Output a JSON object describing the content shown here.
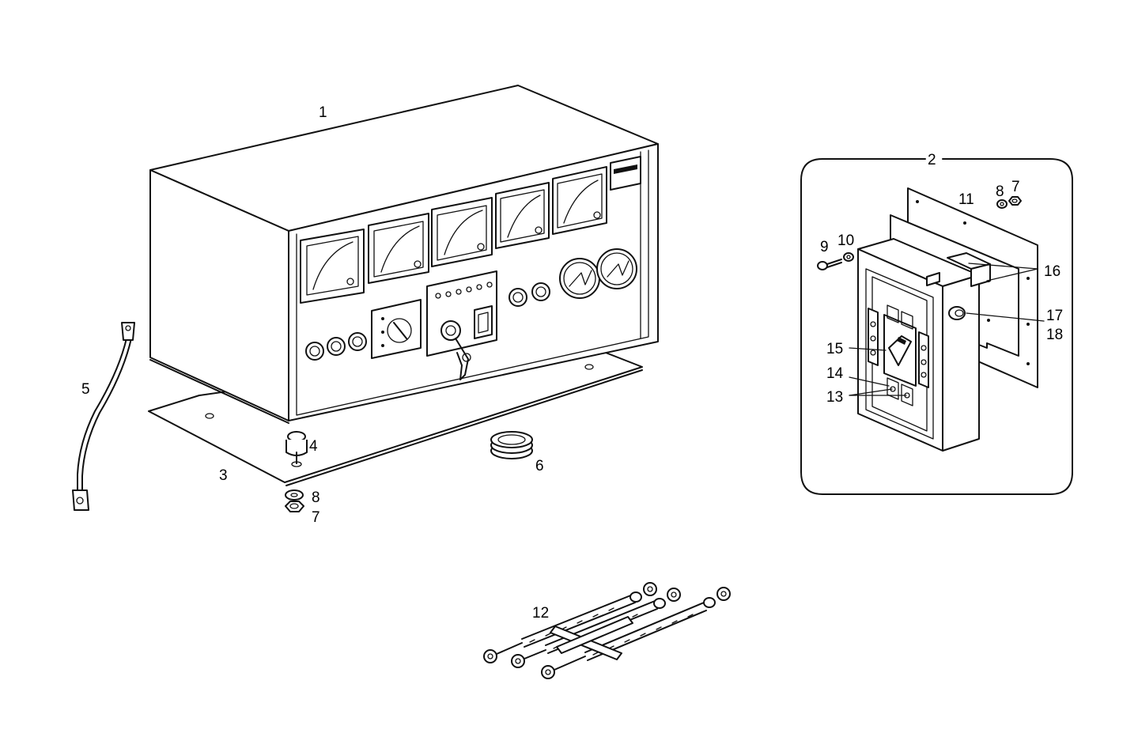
{
  "callouts": {
    "c1": "1",
    "c2": "2",
    "c3": "3",
    "c4": "4",
    "c5": "5",
    "c6": "6",
    "c7_main": "7",
    "c8_main": "8",
    "c12": "12",
    "c9": "9",
    "c10": "10",
    "c11": "11",
    "c8_detail": "8",
    "c7_detail": "7",
    "c16": "16",
    "c17": "17",
    "c18": "18",
    "c15": "15",
    "c14": "14",
    "c13": "13"
  },
  "icons": {
    "control_box": "control-box-icon",
    "base_plate": "base-plate-icon",
    "ground_cable": "ground-cable-icon",
    "rubber_mount": "rubber-mount-icon",
    "grommet": "grommet-icon",
    "washer": "washer-icon",
    "nut": "nut-icon",
    "cable_set": "cable-set-icon",
    "breaker_detail": "circuit-breaker-icon"
  }
}
